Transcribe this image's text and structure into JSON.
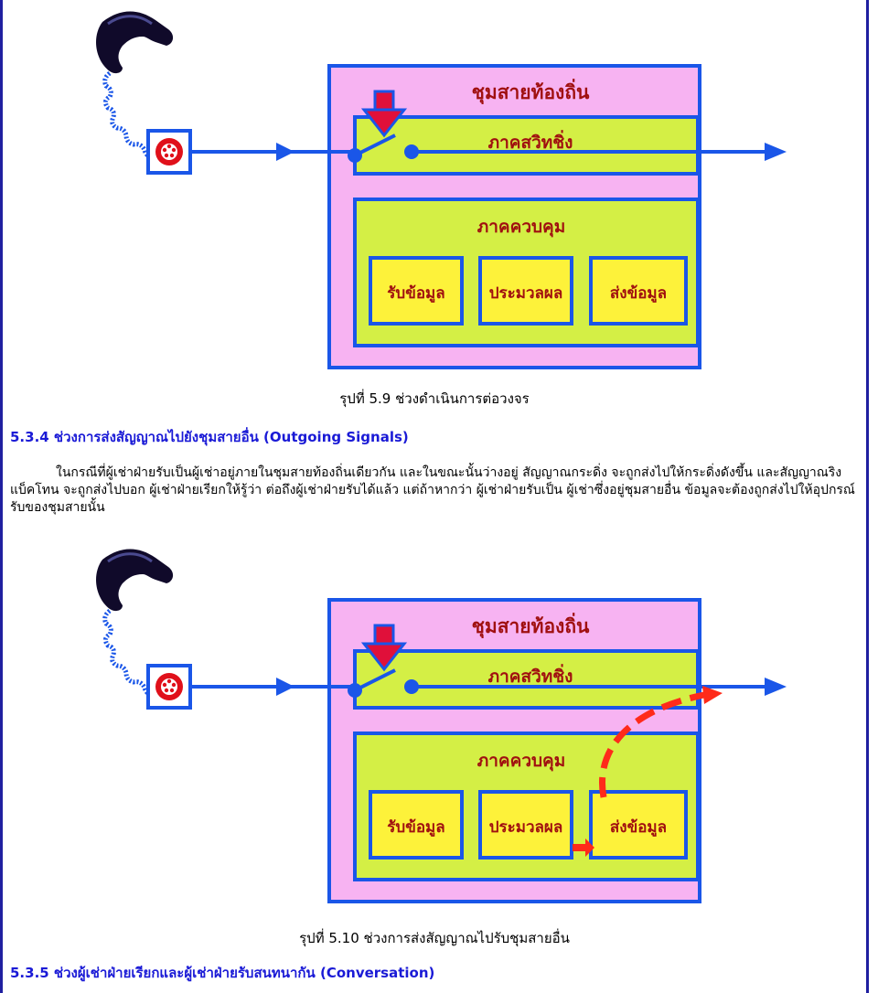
{
  "figure1": {
    "exchange_title": "ชุมสายท้องถิ่น",
    "switching_label": "ภาคสวิทชิ่ง",
    "control_label": "ภาคควบคุม",
    "box_receive": "รับข้อมูล",
    "box_process": "ประมวลผล",
    "box_send": "ส่งข้อมูล",
    "caption": "รุปที่ 5.9 ช่วงดำเนินการต่อวงจร"
  },
  "section_534": {
    "heading": "5.3.4 ช่วงการส่งสัญญาณไปยังชุมสายอื่น (Outgoing Signals)",
    "paragraph": "ในกรณีที่ผู้เช่าฝ่ายรับเป็นผู้เช่าอยู่ภายในชุมสายท้องถิ่นเดียวกัน และในขณะนั้นว่างอยู่ สัญญาณกระดิ่ง จะถูกส่งไปให้กระดิ่งดังขึ้น และสัญญาณริงแบ็คโทน จะถูกส่งไปบอก ผู้เช่าฝ่ายเรียกให้รู้ว่า ต่อถึงผู้เช่าฝ่ายรับได้แล้ว แต่ถ้าหากว่า ผู้เช่าฝ่ายรับเป็น ผู้เช่าซึ่งอยู่ชุมสายอื่น ข้อมูลจะต้องถูกส่งไปให้อุปกรณ์รับของชุมสายนั้น"
  },
  "figure2": {
    "exchange_title": "ชุมสายท้องถิ่น",
    "switching_label": "ภาคสวิทชิ่ง",
    "control_label": "ภาคควบคุม",
    "box_receive": "รับข้อมูล",
    "box_process": "ประมวลผล",
    "box_send": "ส่งข้อมูล",
    "caption": "รุปที่ 5.10 ช่วงการส่งสัญญาณไปรับชุมสายอื่น"
  },
  "section_535": {
    "heading": "5.3.5 ช่วงผู้เช่าฝ่ายเรียกและผู้เช่าฝ่ายรับสนทนากัน (Conversation)"
  },
  "colors": {
    "exchange_fill": "#f7b3f2",
    "section_fill": "#d4ef45",
    "box_fill": "#fdf23a",
    "line_blue": "#1a56e8",
    "heading_blue": "#1a1ad6",
    "frame_navy": "#1f1fa0",
    "label_maroon": "#a01010",
    "arrow_red": "#ff2a1a"
  },
  "icons": [
    "telephone-handset-icon",
    "wall-socket-icon",
    "push-down-arrow-icon"
  ]
}
